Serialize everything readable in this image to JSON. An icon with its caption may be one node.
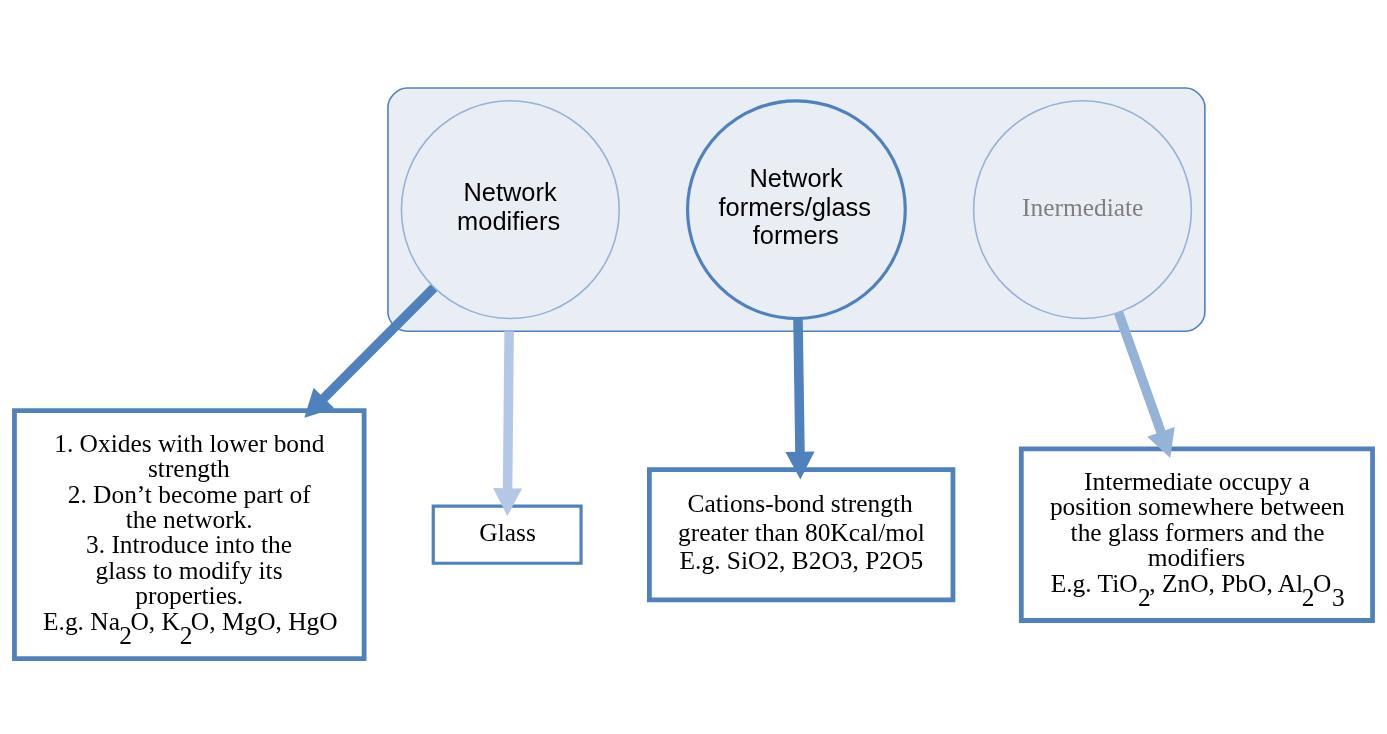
{
  "diagram": {
    "nodes": [
      {
        "text": [],
        "shape": "funnel"
      },
      {
        "text": [
          "Network modifiers"
        ],
        "in": 0
      },
      {
        "text": [
          "Network formers/glass formers"
        ],
        "in": 0
      },
      {
        "text": [
          "Inermediate"
        ],
        "in": 0
      },
      {
        "text": [
          "1. Oxides with lower bond strength",
          "2. Don’t become part of the network.",
          "3. Introduce into the glass to modify its properties.",
          "E.g. Na$_{2}$O, K$_{2}$O, MgO, HgO"
        ]
      },
      {
        "text": [
          "Cations-bond strength greater than 80Kcal/mol",
          "E.g. SiO2, B2O3, P2O5"
        ]
      },
      {
        "text": [
          "Intermediate occupy a position somewhere between the glass formers and the modifiers",
          "E.g. TiO$_{2}$, ZnO, PbO, Al$_{2}$O$_{3}$"
        ]
      },
      {
        "text": [
          "Glass"
        ]
      }
    ],
    "edges": [
      {
        "from": 1,
        "to": 4,
        "arrow": "to"
      },
      {
        "from": 2,
        "to": 5,
        "arrow": "to"
      },
      {
        "from": 3,
        "to": 6,
        "arrow": "to",
        "color": "#95b3d7"
      },
      {
        "from": 0,
        "to": 7,
        "arrow": "to",
        "color": "#b4c7e7"
      }
    ]
  }
}
